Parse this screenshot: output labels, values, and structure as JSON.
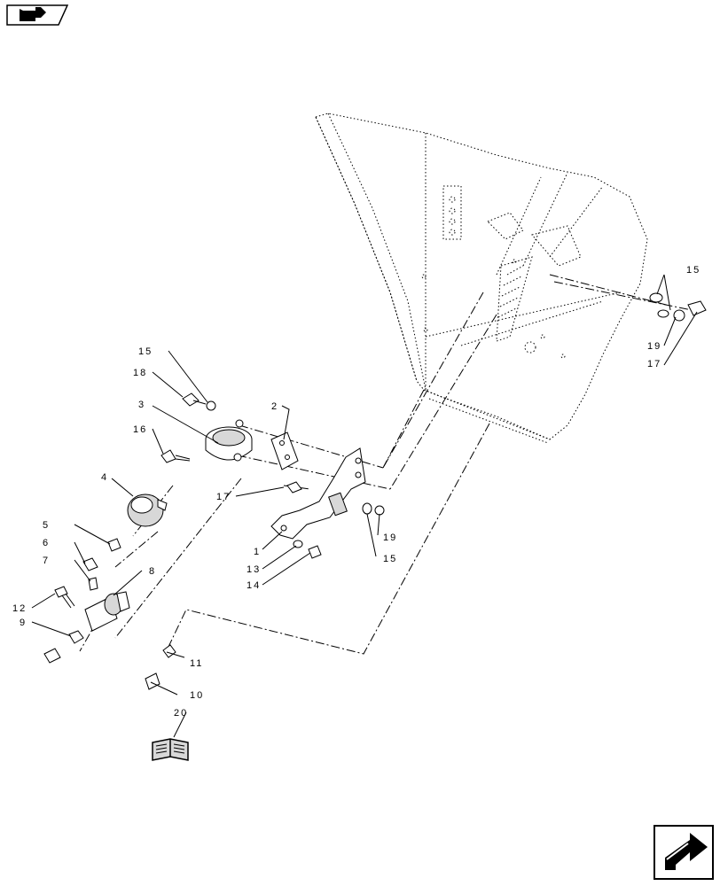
{
  "diagram": {
    "callouts": [
      {
        "id": "c1",
        "text": "1"
      },
      {
        "id": "c2",
        "text": "2"
      },
      {
        "id": "c3",
        "text": "3"
      },
      {
        "id": "c4",
        "text": "4"
      },
      {
        "id": "c5",
        "text": "5"
      },
      {
        "id": "c6",
        "text": "6"
      },
      {
        "id": "c7",
        "text": "7"
      },
      {
        "id": "c8",
        "text": "8"
      },
      {
        "id": "c9",
        "text": "9"
      },
      {
        "id": "c10",
        "text": "10"
      },
      {
        "id": "c11",
        "text": "11"
      },
      {
        "id": "c12",
        "text": "12"
      },
      {
        "id": "c13",
        "text": "13"
      },
      {
        "id": "c14",
        "text": "14"
      },
      {
        "id": "c15a",
        "text": "15"
      },
      {
        "id": "c15b",
        "text": "15"
      },
      {
        "id": "c15c",
        "text": "15"
      },
      {
        "id": "c16",
        "text": "16"
      },
      {
        "id": "c17a",
        "text": "17"
      },
      {
        "id": "c17b",
        "text": "17"
      },
      {
        "id": "c18",
        "text": "18"
      },
      {
        "id": "c19a",
        "text": "19"
      },
      {
        "id": "c19b",
        "text": "19"
      },
      {
        "id": "c20",
        "text": "20"
      }
    ]
  },
  "nav": {
    "previous_icon": "previous-page-icon",
    "next_icon": "next-page-icon"
  },
  "colors": {
    "line": "#000000",
    "background": "#ffffff",
    "shade": "#d8d8d8"
  }
}
